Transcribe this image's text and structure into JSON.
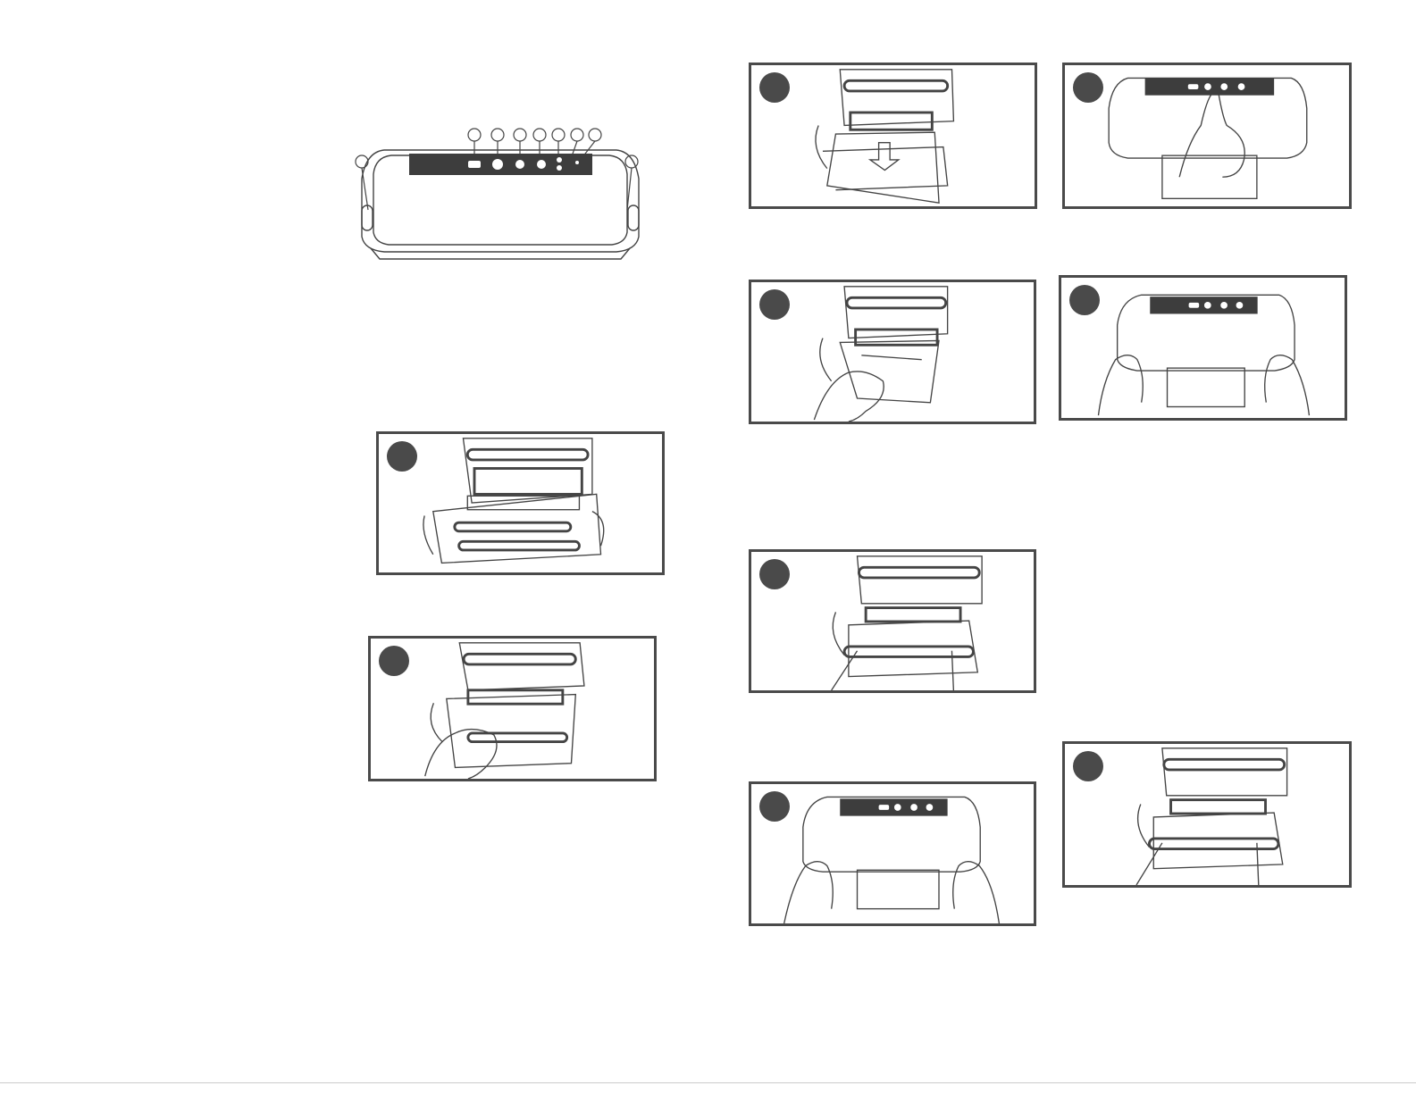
{
  "document": {
    "type": "instruction-illustrations",
    "colors": {
      "ink": "#4a4a4a",
      "line": "#555555",
      "paper": "#ffffff",
      "panel_dark": "#3d3d3d"
    }
  },
  "overview": {
    "name": "vacuum-sealer-top-view",
    "callout_count": 9
  },
  "steps": [
    {
      "id": "left-1",
      "scene": "lid-open"
    },
    {
      "id": "left-2",
      "scene": "hand-open-lid"
    },
    {
      "id": "right-a1",
      "scene": "insert-bag-arrow"
    },
    {
      "id": "right-a2",
      "scene": "press-button"
    },
    {
      "id": "right-b1",
      "scene": "align-bag-hand"
    },
    {
      "id": "right-b2",
      "scene": "hold-closed"
    },
    {
      "id": "right-c1",
      "scene": "bag-in-channel"
    },
    {
      "id": "right-d1",
      "scene": "hold-closed"
    },
    {
      "id": "right-d2",
      "scene": "bag-in-channel"
    }
  ]
}
